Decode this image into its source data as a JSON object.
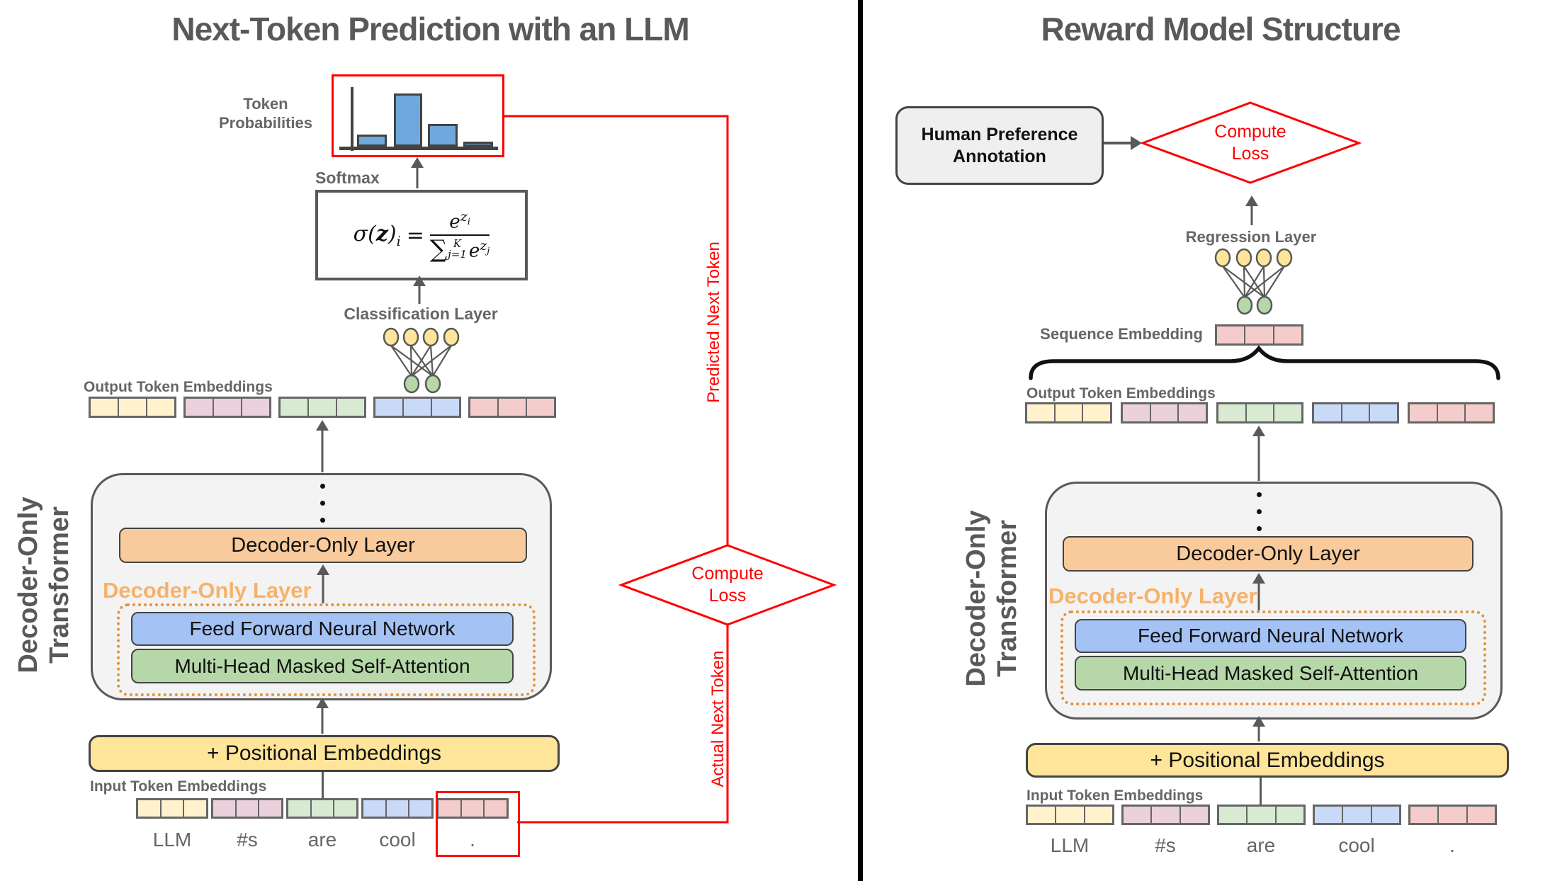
{
  "colors": {
    "red_accent": "#ff0000",
    "cell_yellow": "#fff2cc",
    "cell_pink": "#ead1dc",
    "cell_green": "#d9ead3",
    "cell_blue": "#c9daf8",
    "cell_red": "#f4cccc",
    "box_yellow": "#ffe599",
    "box_orange": "#f9cb9c",
    "box_blue": "#a4c2f4",
    "box_green": "#b6d7a8",
    "box_gray": "#f3f3f3",
    "bar_blue": "#6fa8dc",
    "border_dark": "#434343",
    "border_gray": "#595959",
    "label_gray": "#666666",
    "title_gray": "#595959",
    "orange_text": "#f6b26b",
    "dotted_orange": "#e69138"
  },
  "chart_data": {
    "type": "bar",
    "title": "Token Probabilities",
    "categories": [
      "",
      "",
      "",
      ""
    ],
    "values": [
      0.2,
      0.88,
      0.38,
      0.08
    ],
    "ylim": [
      0,
      1
    ],
    "grid": false,
    "note": "schematic softmax output distribution, four unlabeled bars"
  },
  "left": {
    "title": "Next-Token Prediction with an LLM",
    "token_prob_line1": "Token",
    "token_prob_line2": "Probabilities",
    "softmax": "Softmax",
    "formula": {
      "sigma": "σ(",
      "z": "z",
      "rparen": ")",
      "sub_i": "i",
      "eq": "=",
      "num_e": "e",
      "num_z": "z",
      "num_zi": "i",
      "sum": "∑",
      "sum_top": "K",
      "sum_bot": "j=1",
      "den_e": "e",
      "den_z": "z",
      "den_zj": "j"
    },
    "classification": "Classification Layer",
    "output_label": "Output Token Embeddings",
    "transformer_line1": "Decoder-Only",
    "transformer_line2": "Transformer",
    "decoder_box": "Decoder-Only Layer",
    "decoder_label": "Decoder-Only Layer",
    "ffnn": "Feed Forward Neural Network",
    "attention": "Multi-Head Masked Self-Attention",
    "positional": "+ Positional Embeddings",
    "input_label": "Input Token Embeddings",
    "tokens": [
      "LLM",
      "#s",
      "are",
      "cool",
      "."
    ],
    "predicted": "Predicted Next Token",
    "actual": "Actual Next Token",
    "loss_line1": "Compute",
    "loss_line2": "Loss"
  },
  "right": {
    "title": "Reward Model Structure",
    "human_line1": "Human Preference",
    "human_line2": "Annotation",
    "loss_line1": "Compute",
    "loss_line2": "Loss",
    "regression": "Regression Layer",
    "sequence": "Sequence Embedding",
    "output_label": "Output Token Embeddings",
    "transformer_line1": "Decoder-Only",
    "transformer_line2": "Transformer",
    "decoder_box": "Decoder-Only Layer",
    "decoder_label": "Decoder-Only Layer",
    "ffnn": "Feed Forward Neural Network",
    "attention": "Multi-Head Masked Self-Attention",
    "positional": "+ Positional Embeddings",
    "input_label": "Input Token Embeddings",
    "tokens": [
      "LLM",
      "#s",
      "are",
      "cool",
      "."
    ]
  }
}
